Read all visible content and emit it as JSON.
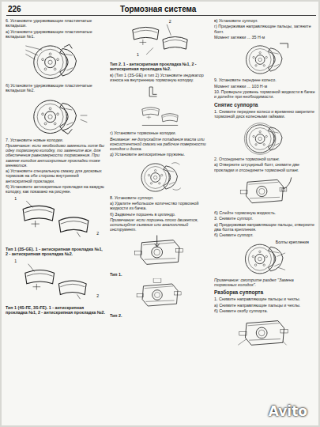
{
  "diagram": {
    "title": "Тормозная система",
    "labels": [
      "226",
      "6. Установите удерживающие пластинчатые вкладыши.",
      "а) Установите удерживающие пластинчатые вкладыши №1.",
      "б) Установите удерживающие пластинчатые вкладыши №2.",
      "7. Установите новые колодки.",
      "Примечание: если необходимо заменить хотя бы одну тормозную колодку, то замените все, для обеспечения равномерности торможения. При замене колодок антискрипные прокладки тоже меняются.",
      "а) Установите специальную смазку для дисковых тормозов на обе стороны внутренней антискрипной прокладки.",
      "б) Установите антискрипные прокладки на каждую колодку, как показано на рисунке.",
      "Тип 1 (3S-GE). 1 - антискрипная прокладка №1, 2 - антискрипная прокладка №2.",
      "Тип 1 (4S-FE, 3S-FE). 1 - антискрипная прокладка №1, 2 - антискрипная прокладка №2.",
      "Тип 2. 1 - антискрипная прокладка №1, 2 - антискрипная прокладка №2.",
      "в) (Тип 1 (3S-GE) и тип 2) Установите индикатор износа на внутреннюю тормозную колодку.",
      "г) Установите тормозные колодки.",
      "Внимание: не допускайте попадания масла или консистентной смазки на рабочие поверхности колодок и диска.",
      "д) Установите антискрипные пружины.",
      "8. Установите суппорт.",
      "а) Удалите небольшое количество тормозной жидкости из бачка.",
      "б) Задвиньте поршень в цилиндр.",
      "Примечание: если поршень плохо движется, используйте съемник или аналогичный инструмент.",
      "Тип 1.",
      "Тип 2.",
      "в) Установите суппорт.",
      "г) Придерживая направляющие пальцы, затяните болт.",
      "Момент затяжки ... 35 Н·м",
      "9. Установите переднее колесо.",
      "Момент затяжки ... 103 Н·м",
      "10. Проверьте уровень тормозной жидкости в бачке и долейте при необходимости.",
      "Снятие суппорта",
      "1. Снимите переднее колесо и временно закрепите тормозной диск колесными гайками.",
      "2. Отсоедините тормозной шланг.",
      "а) Отверните штуцерный болт, снимите две прокладки и отсоедините тормозной шланг.",
      "б) Слейте тормозную жидкость.",
      "3. Снимите суппорт.",
      "а) Придерживая направляющие пальцы, отверните два болта крепления.",
      "б) Снимите суппорт.",
      "Болты крепления",
      "Примечание: смотрите раздел \"Замена тормозных колодок\".",
      "Разборка суппорта",
      "1. Снимите направляющие пальцы и чехлы.",
      "а) Снимите направляющие пальцы и чехлы.",
      "б) Снимите скобу суппорта.",
      "Avito",
      "1",
      "2",
      "1",
      "2",
      "1",
      "2"
    ]
  }
}
